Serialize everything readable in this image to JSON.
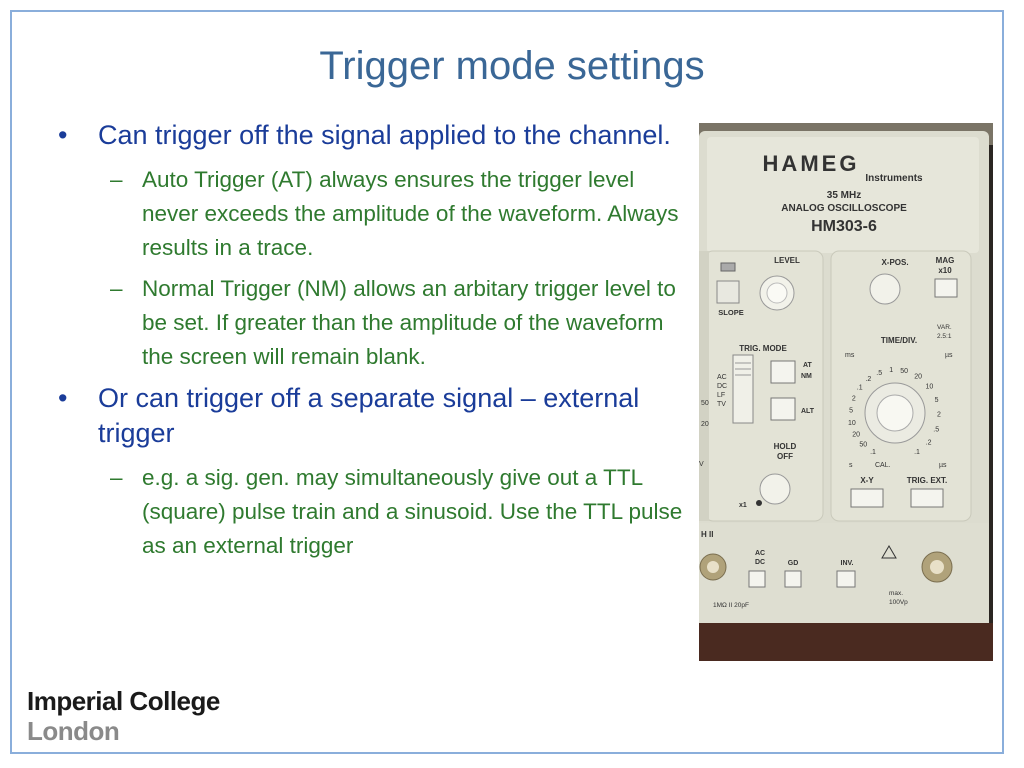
{
  "slide": {
    "title": "Trigger mode settings",
    "bullets": [
      {
        "text": "Can trigger off the signal applied to the channel.",
        "subs": [
          "Auto Trigger (AT) always ensures the trigger level never exceeds the amplitude of the waveform.  Always results in a trace.",
          "Normal Trigger (NM) allows an arbitary trigger level to be set. If greater than the amplitude of the waveform the screen will remain blank."
        ]
      },
      {
        "text": "Or can trigger off a separate signal – external trigger",
        "subs": [
          "e.g. a sig. gen. may simultaneously give out a TTL (square) pulse train and a sinusoid. Use the TTL pulse as an external trigger"
        ]
      }
    ],
    "bullet_mark": "•",
    "sub_mark": "–"
  },
  "photo": {
    "brand": "HAMEG",
    "brand_sub": "Instruments",
    "freq": "35 MHz",
    "type": "ANALOG OSCILLOSCOPE",
    "model": "HM303-6",
    "labels": {
      "level": "LEVEL",
      "slope": "SLOPE",
      "trig_mode": "TRIG. MODE",
      "at": "AT",
      "nm": "NM",
      "alt": "ALT",
      "ac": "AC",
      "dc": "DC",
      "lf": "LF",
      "tv": "TV",
      "hold": "HOLD",
      "off": "OFF",
      "x1": "x1",
      "xpos": "X-POS.",
      "mag": "MAG",
      "x10": "x10",
      "var": "VAR.",
      "ratio": "2.5:1",
      "timediv": "TIME/DIV.",
      "ms": "ms",
      "us": "µs",
      "s": "s",
      "cal": "CAL.",
      "xy": "X-Y",
      "trig_ext": "TRIG. EXT.",
      "ch2": "H II",
      "acdc_ac": "AC",
      "acdc_dc": "DC",
      "gd": "GD",
      "inv": "INV.",
      "imp": "1MΩ II 20pF",
      "max": "max.",
      "vp": "100Vp",
      "num50": "50",
      "num20": "20",
      "numv": "V"
    },
    "dial_left": [
      "1",
      ".5",
      ".2",
      ".1",
      "2",
      "5",
      "10",
      "20",
      "50",
      ".1"
    ],
    "dial_right": [
      "50",
      "20",
      "10",
      "5",
      "2",
      ".5",
      ".2",
      ".1"
    ]
  },
  "logo": {
    "line1": "Imperial College",
    "line2": "London"
  }
}
